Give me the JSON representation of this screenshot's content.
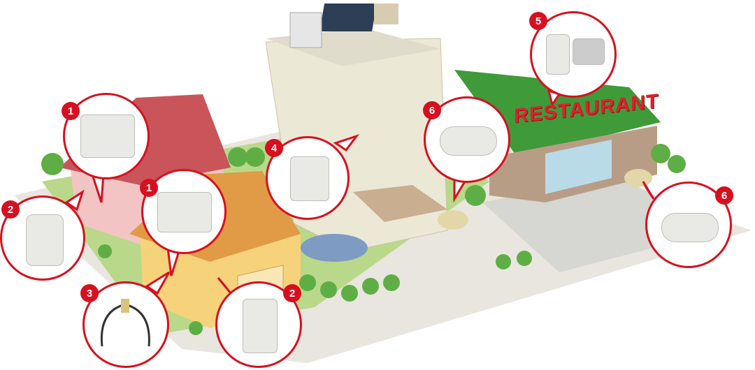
{
  "sign": {
    "text": "RESTAURANT"
  },
  "callouts": [
    {
      "number": "1",
      "device": "gas-meter"
    },
    {
      "number": "2",
      "device": "gas-alarm"
    },
    {
      "number": "1",
      "device": "gas-meter"
    },
    {
      "number": "3",
      "device": "gas-hose"
    },
    {
      "number": "2",
      "device": "gas-alarm"
    },
    {
      "number": "4",
      "device": "controller-box"
    },
    {
      "number": "6",
      "device": "gas-tank"
    },
    {
      "number": "5",
      "device": "shutoff-valve"
    },
    {
      "number": "6",
      "device": "gas-tank"
    }
  ],
  "colors": {
    "accent": "#d7101f",
    "roof_green": "#3f9a3a",
    "ground": "#e8e6df"
  }
}
